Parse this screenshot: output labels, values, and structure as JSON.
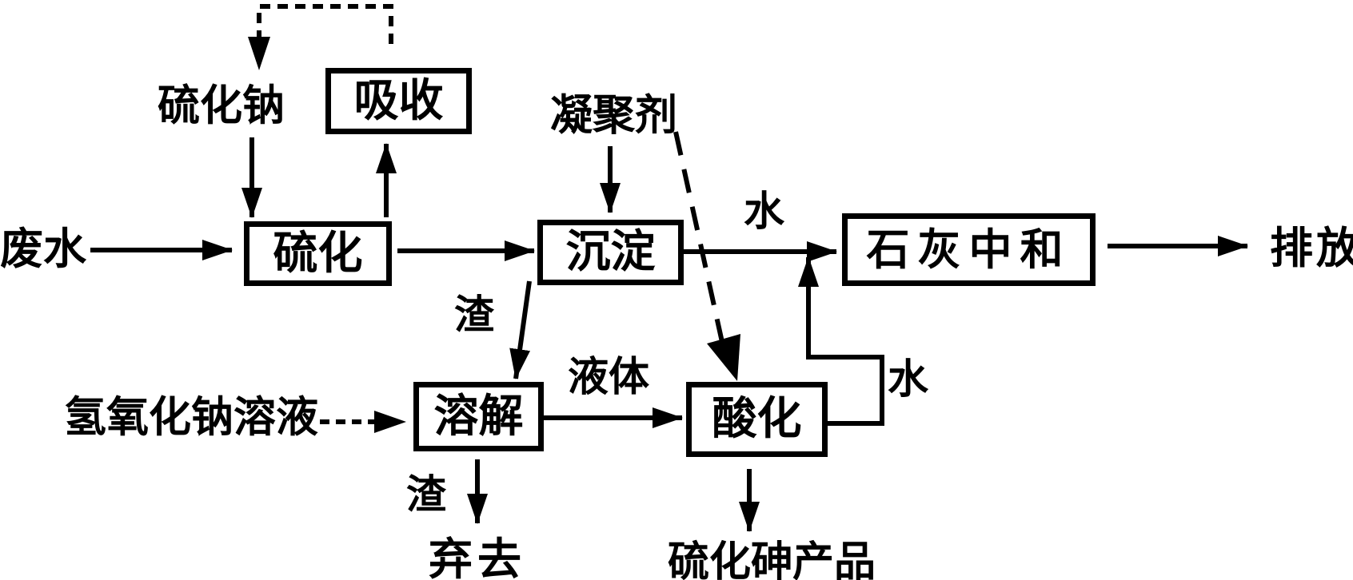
{
  "diagram_type": "process-flowchart",
  "colors": {
    "ink": "#000000",
    "background": "#ffffff"
  },
  "nodes": {
    "absorb": "吸收",
    "sulfidation": "硫化",
    "precipitation": "沉淀",
    "lime_neutralization": "石灰中和",
    "dissolution": "溶解",
    "acidification": "酸化"
  },
  "labels": {
    "wastewater": "废水",
    "sodium_sulfide": "硫化钠",
    "coagulant": "凝聚剂",
    "water_top": "水",
    "discharge": "排放",
    "slag_upper": "渣",
    "liquid": "液体",
    "sodium_hydroxide_solution": "氢氧化钠溶液",
    "slag_lower": "渣",
    "discard": "弃去",
    "water_right": "水",
    "arsenic_sulfide_product": "硫化砷产品"
  }
}
